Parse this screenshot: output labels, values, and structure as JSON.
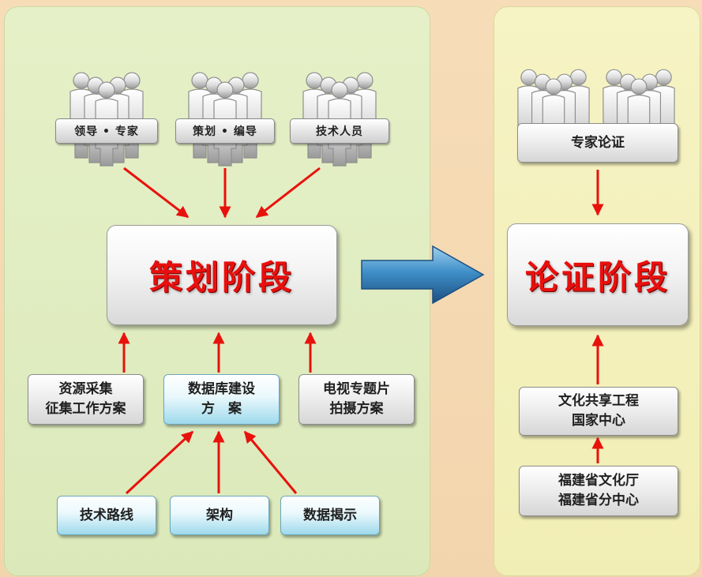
{
  "left_panel": {
    "groups": [
      {
        "label": "领导 • 专家"
      },
      {
        "label": "策划 • 编导"
      },
      {
        "label": "技术人员"
      }
    ],
    "stage": "策划阶段",
    "inputs": [
      {
        "lines": [
          "资源采集",
          "征集工作方案"
        ]
      },
      {
        "lines": [
          "数据库建设",
          "方　案"
        ]
      },
      {
        "lines": [
          "电视专题片",
          "拍摄方案"
        ]
      }
    ],
    "sub_inputs": [
      {
        "label": "技术路线"
      },
      {
        "label": "架构"
      },
      {
        "label": "数据揭示"
      }
    ]
  },
  "right_panel": {
    "group": {
      "label": "专家论证"
    },
    "stage": "论证阶段",
    "sources": [
      {
        "lines": [
          "文化共享工程",
          "国家中心"
        ]
      },
      {
        "lines": [
          "福建省文化厅",
          "福建省分中心"
        ]
      }
    ]
  },
  "colors": {
    "arrow_red": "#e8120c",
    "stage_text": "#e8100e",
    "big_arrow_blue": "#2b6fa3",
    "left_panel_bg": "#dbe9ba",
    "right_panel_bg": "#f1eeb5"
  }
}
